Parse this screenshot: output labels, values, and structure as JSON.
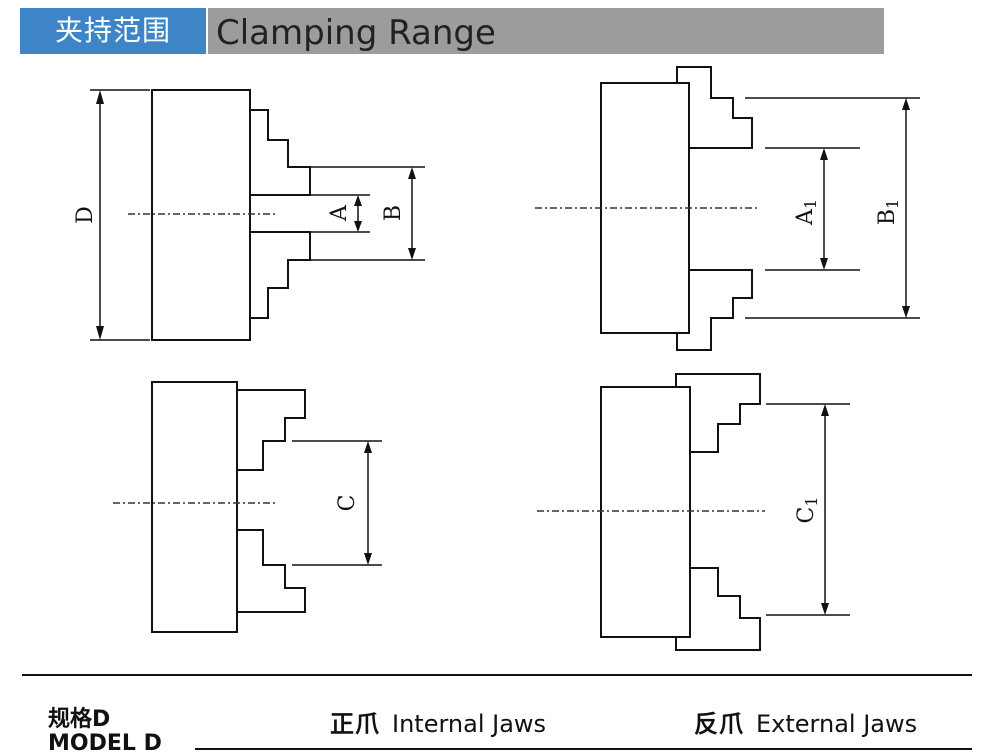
{
  "header": {
    "title_cn": "夹持范围",
    "title_en": "Clamping Range"
  },
  "diagram": {
    "labels": {
      "D": "D",
      "A": "A",
      "B": "B",
      "C": "C",
      "A1": "A",
      "A1_sub": "1",
      "B1": "B",
      "B1_sub": "1",
      "C1": "C",
      "C1_sub": "1"
    }
  },
  "table": {
    "model_cn": "规格D",
    "model_en": "MODEL D",
    "internal_cn": "正爪",
    "internal_en": "Internal Jaws",
    "external_cn": "反爪",
    "external_en": "External Jaws"
  },
  "colors": {
    "header_cn_bg": "#3d85c6",
    "header_en_bg": "#9c9c9c"
  }
}
